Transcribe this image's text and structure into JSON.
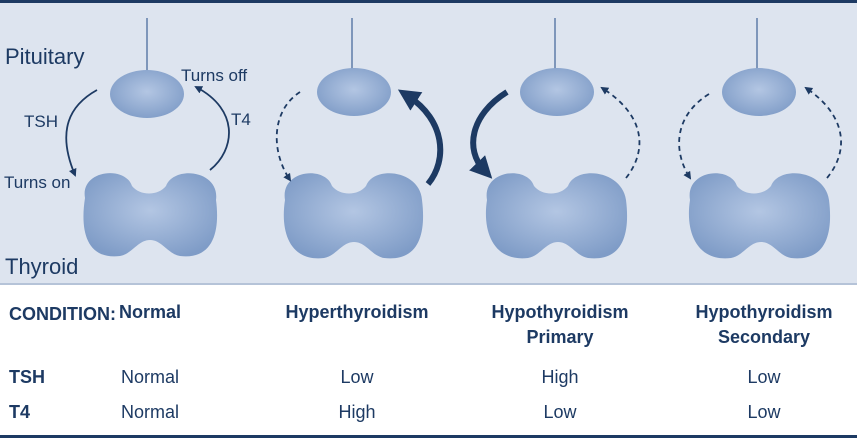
{
  "diagram": {
    "labels": {
      "pituitary": "Pituitary",
      "thyroid": "Thyroid",
      "tsh": "TSH",
      "t4": "T4",
      "turns_off": "Turns off",
      "turns_on": "Turns on"
    }
  },
  "table": {
    "condition_label": "CONDITION:",
    "columns": [
      {
        "header_line1": "Normal",
        "header_line2": "",
        "tsh": "Normal",
        "t4": "Normal"
      },
      {
        "header_line1": "Hyperthyroidism",
        "header_line2": "",
        "tsh": "Low",
        "t4": "High"
      },
      {
        "header_line1": "Hypothyroidism",
        "header_line2": "Primary",
        "tsh": "High",
        "t4": "Low"
      },
      {
        "header_line1": "Hypothyroidism",
        "header_line2": "Secondary",
        "tsh": "Low",
        "t4": "Low"
      }
    ],
    "row_labels": {
      "tsh": "TSH",
      "t4": "T4"
    }
  },
  "colors": {
    "navy": "#1d3a63",
    "panel": "#dde4ef",
    "gland": "#8ea8cf"
  }
}
